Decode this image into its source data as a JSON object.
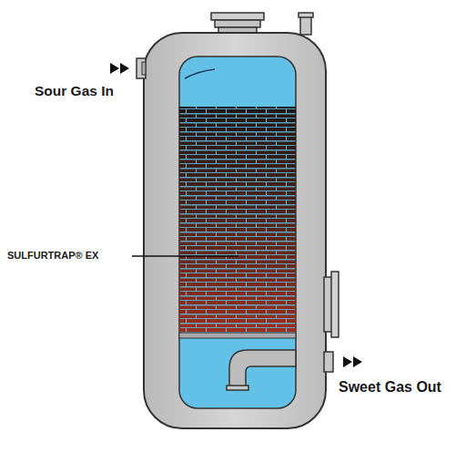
{
  "diagram": {
    "labels": [
      "Sour Gas In",
      "SULFURTRAP® EX",
      "Sweet Gas Out"
    ]
  }
}
